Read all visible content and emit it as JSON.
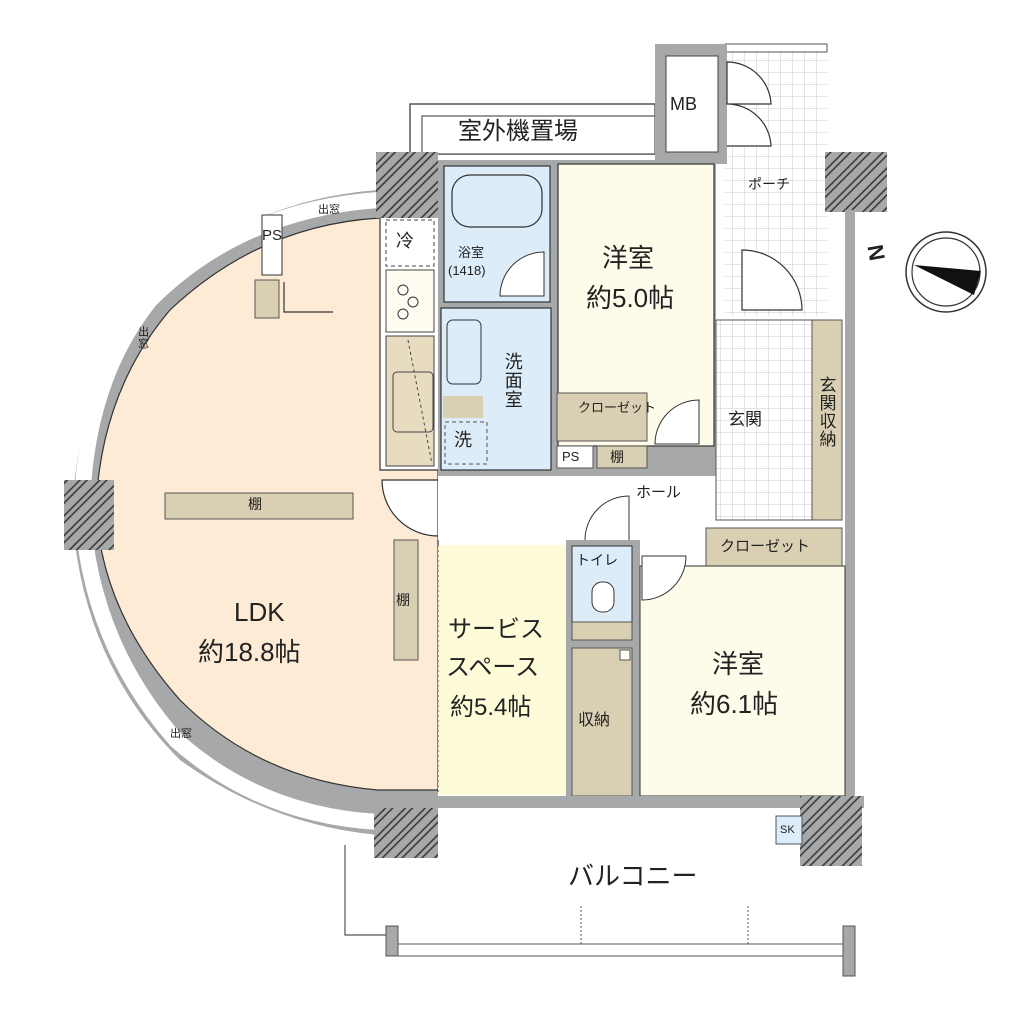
{
  "floorplan": {
    "colors": {
      "wall": "#a7a8aa",
      "ldk_floor": "#fdebd6",
      "room_floor": "#fefbea",
      "service_floor": "#fefbd8",
      "wet_area": "#dcecf8",
      "storage": "#d9d0b4",
      "tile_grid": "#c8c8c8"
    },
    "rooms": {
      "ldk": {
        "name": "LDK",
        "size": "約18.8帖"
      },
      "western_room_1": {
        "name": "洋室",
        "size": "約5.0帖"
      },
      "western_room_2": {
        "name": "洋室",
        "size": "約6.1帖"
      },
      "service_space": {
        "name_line1": "サービス",
        "name_line2": "スペース",
        "size": "約5.4帖"
      },
      "bathroom": {
        "name": "浴室",
        "size": "(1418)"
      },
      "washroom": {
        "name": "洗面室"
      },
      "toilet": {
        "name": "トイレ"
      },
      "hall": {
        "name": "ホール"
      },
      "entrance": {
        "name": "玄関"
      },
      "porch": {
        "name": "ポーチ"
      },
      "balcony": {
        "name": "バルコニー"
      },
      "outdoor_unit_area": {
        "name": "室外機置場"
      }
    },
    "fixtures": {
      "shelf_ldk_horizontal": "棚",
      "shelf_ldk_vertical": "棚",
      "shelf_hall": "棚",
      "closet_room1": "クローゼット",
      "closet_room2": "クローゼット",
      "storage_service": "収納",
      "entrance_storage": "玄関収納",
      "ps_ldk": "PS",
      "ps_hall": "PS",
      "meter_box": "MB",
      "fridge": "冷",
      "washer": "洗",
      "slop_sink": "SK",
      "bay_window_top": "出窓",
      "bay_window_left": "出窓",
      "bay_window_bottom": "出窓"
    },
    "compass": {
      "label": "N"
    }
  }
}
